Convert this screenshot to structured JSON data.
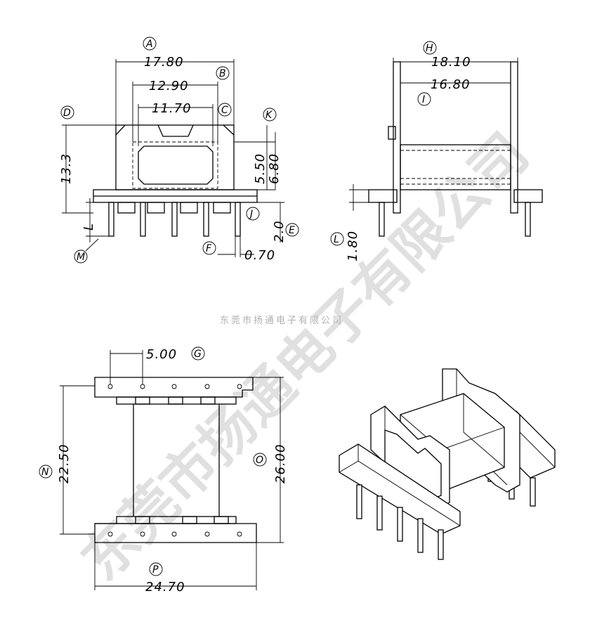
{
  "company_caption": "东莞市扬通电子有限公司",
  "watermark": "东莞市扬通电子有限公司",
  "front_view": {
    "dim_A": {
      "letter": "A",
      "value": "17.80"
    },
    "dim_B": {
      "letter": "B",
      "value": "12.90"
    },
    "dim_C": {
      "letter": "C",
      "value": "11.70"
    },
    "dim_D": {
      "letter": "D",
      "value": "13.3"
    },
    "dim_K": {
      "letter": "K",
      "value": "5.50"
    },
    "dim_J": {
      "letter": "J",
      "value": "6.80"
    },
    "dim_E": {
      "letter": "E",
      "value": "2.0"
    },
    "dim_F": {
      "letter": "F",
      "value": "0.70"
    },
    "dim_L": {
      "letter": "L"
    },
    "dim_M": {
      "letter": "M"
    }
  },
  "side_view": {
    "dim_H": {
      "letter": "H",
      "value": "18.10"
    },
    "dim_I": {
      "letter": "I",
      "value": "16.80"
    },
    "dim_L": {
      "letter": "L",
      "value": "1.80"
    }
  },
  "bottom_view": {
    "dim_G": {
      "letter": "G",
      "value": "5.00"
    },
    "dim_N": {
      "letter": "N",
      "value": "22.50"
    },
    "dim_O": {
      "letter": "O",
      "value": "26.00"
    },
    "dim_P": {
      "letter": "P",
      "value": "24.70"
    }
  }
}
